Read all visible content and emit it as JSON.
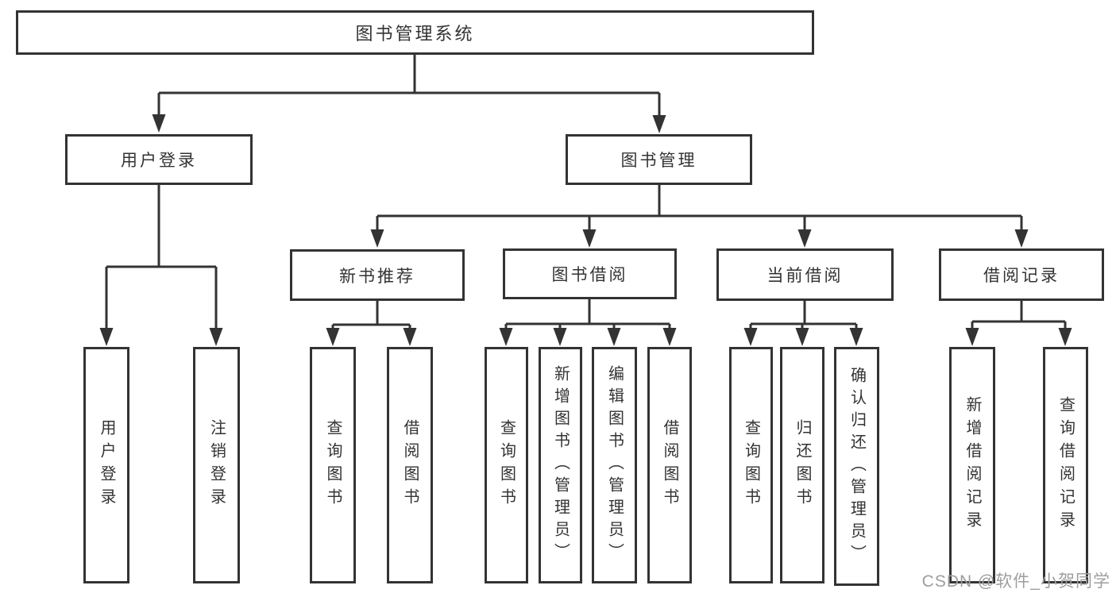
{
  "diagram": {
    "root": {
      "label": "图书管理系统"
    },
    "level1": {
      "user_login": {
        "label": "用户登录"
      },
      "book_mgmt": {
        "label": "图书管理"
      }
    },
    "user_login_children": {
      "login": {
        "label": "用户登录"
      },
      "logout": {
        "label": "注销登录"
      }
    },
    "book_mgmt_children": {
      "new_book_rec": {
        "label": "新书推荐"
      },
      "book_borrow": {
        "label": "图书借阅"
      },
      "current_borrow": {
        "label": "当前借阅"
      },
      "borrow_record": {
        "label": "借阅记录"
      }
    },
    "new_book_rec_children": {
      "query_book": {
        "label": "查询图书"
      },
      "borrow_book": {
        "label": "借阅图书"
      }
    },
    "book_borrow_children": {
      "query_book": {
        "label": "查询图书"
      },
      "add_book_admin": {
        "label": "新增图书（管理员）"
      },
      "edit_book_admin": {
        "label": "编辑图书（管理员）"
      },
      "borrow_book": {
        "label": "借阅图书"
      }
    },
    "current_borrow_children": {
      "query_book": {
        "label": "查询图书"
      },
      "return_book": {
        "label": "归还图书"
      },
      "confirm_return_admin": {
        "label": "确认归还（管理员）"
      }
    },
    "borrow_record_children": {
      "add_record": {
        "label": "新增借阅记录"
      },
      "query_record": {
        "label": "查询借阅记录"
      }
    },
    "watermark": "CSDN @软件_小贺同学",
    "colors": {
      "line": "#333333",
      "box_border": "#333333",
      "text": "#333333",
      "background": "#ffffff",
      "watermark": "#9e9e9e"
    }
  }
}
